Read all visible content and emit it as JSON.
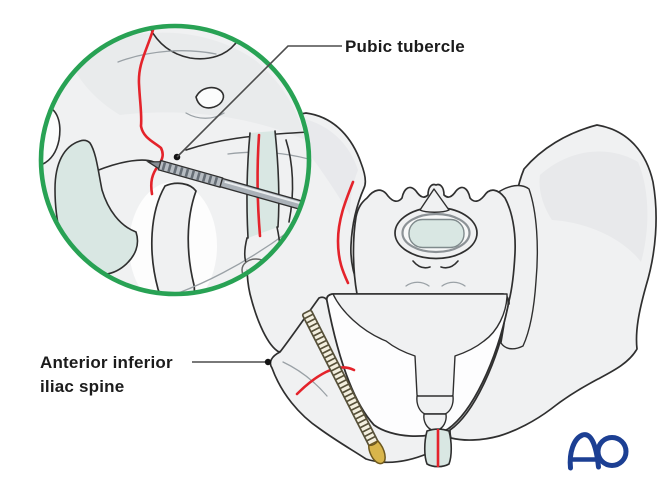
{
  "figure": {
    "title": "Pelvis illustration with magnified pubic tubercle drilling view",
    "labels": {
      "pubic_tubercle": "Pubic tubercle",
      "anterior_inferior_iliac_spine": [
        "Anterior inferior",
        "iliac spine"
      ]
    },
    "logo": {
      "text": "AO"
    },
    "elements": [
      "magnifier-inset-circle",
      "drill-bit",
      "anterior-column-screw",
      "fracture-lines-red",
      "pubic-symphysis",
      "sacrum-with-disc"
    ]
  },
  "colors": {
    "background": "#ffffff",
    "bone_fill": "#f0f1f2",
    "bone_shade": "#e3e5e7",
    "outline": "#2f2f2f",
    "detail_line": "#9aa1a6",
    "cartilage": "#d9e7e3",
    "fracture_red": "#e4232b",
    "magnifier_green": "#28a254",
    "screw_thread": "#57513a",
    "screw_fill": "#f3efdf",
    "screw_head_gold": "#d8b54b",
    "drill_gray": "#aab1b8",
    "leader_line": "#4d4d4d",
    "label_text": "#1b1b1b",
    "logo_blue": "#1c3f93"
  }
}
